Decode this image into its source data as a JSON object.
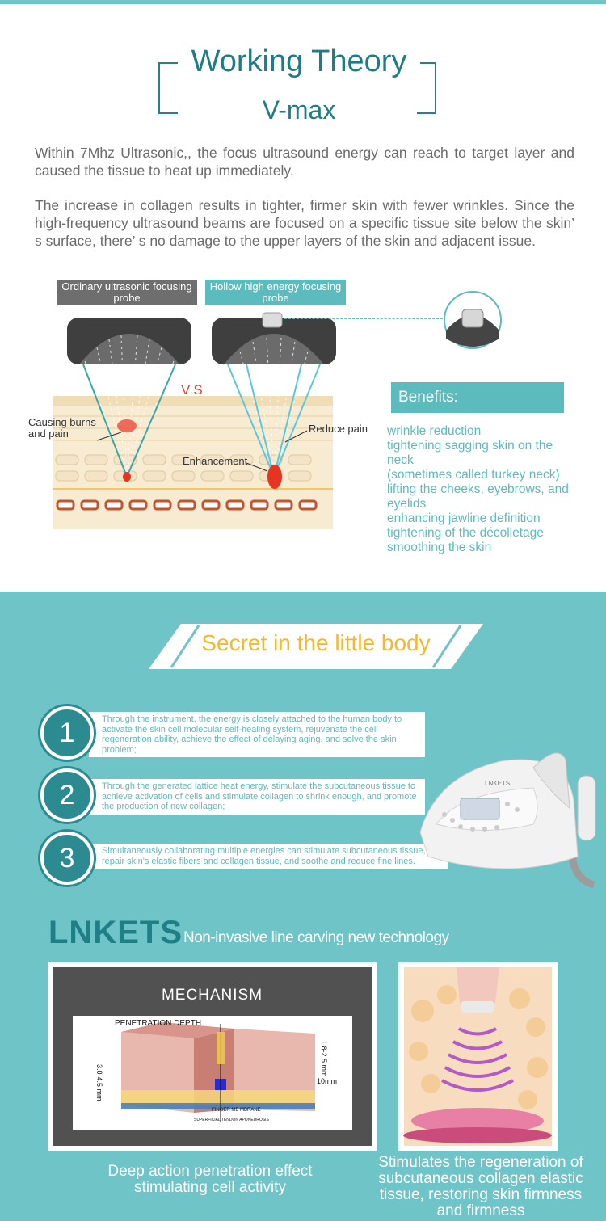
{
  "header": {
    "title": "Working Theory",
    "subtitle": "V-max"
  },
  "intro": {
    "paragraph1": "Within 7Mhz Ultrasonic,, the focus ultrasound energy can reach to target layer and caused the tissue to heat up immediately.",
    "paragraph2": "The increase in collagen results in tighter, firmer skin with fewer wrinkles. Since the high-frequency ultrasound beams are focused on a specific tissue site below the skin’ s surface, there’ s no damage to the upper layers of the skin and adjacent issue."
  },
  "comparison": {
    "ordinary_probe_label": "Ordinary ultrasonic focusing probe",
    "hollow_probe_label": "Hollow high energy focusing probe",
    "vs_label": "VS",
    "burns_label": "Causing burns and pain",
    "enhancement_label": "Enhancement",
    "reduce_pain_label": "Reduce pain"
  },
  "benefits": {
    "title": "Benefits:",
    "items": [
      "wrinkle reduction",
      "tightening sagging skin on the neck",
      "(sometimes called turkey neck)",
      "lifting the cheeks, eyebrows, and eyelids",
      "enhancing jawline definition",
      "tightening of the décolletage",
      "smoothing the skin"
    ]
  },
  "secret": {
    "title": "Secret in the little body",
    "steps": [
      {
        "number": "1",
        "text": "Through the instrument, the energy is closely attached to the human body to activate the skin cell molecular self-healing system, rejuvenate the cell regeneration ability, achieve the effect of delaying aging, and solve the skin problem;"
      },
      {
        "number": "2",
        "text": "Through the generated lattice heat energy, stimulate the subcutaneous tissue to achieve activation of cells and stimulate collagen to shrink enough, and promote the production of new collagen;"
      },
      {
        "number": "3",
        "text": "Simultaneously collaborating multiple energies can stimulate subcutaneous tissue, repair skin's elastic fibers and collagen tissue, and soothe and reduce fine lines."
      }
    ]
  },
  "brand": {
    "logo": "LNKETS",
    "tagline": "Non-invasive line carving new technology",
    "device_brand": "LNKETS"
  },
  "mechanism": {
    "title": "MECHANISM",
    "penetration_label": "PENETRATION DEPTH",
    "depth_left": "3.0-4.5 mm",
    "depth_right": "1.8-2.5 mm",
    "depth_bottom": "10mm",
    "membrane_label": "FINGER ME MBRANE",
    "fascia_label": "SUPERFICIAL TENDON APONEUROSIS"
  },
  "captions": {
    "left": "Deep action  penetration effect stimulating cell activity",
    "right": "Stimulates the regeneration of subcutaneous collagen elastic tissue, restoring skin firmness and firmness"
  },
  "colors": {
    "teal_dark": "#1e7d84",
    "teal_light": "#5bbbbd",
    "section_bg": "#6ec4c7",
    "accent_yellow": "#f5b731"
  }
}
